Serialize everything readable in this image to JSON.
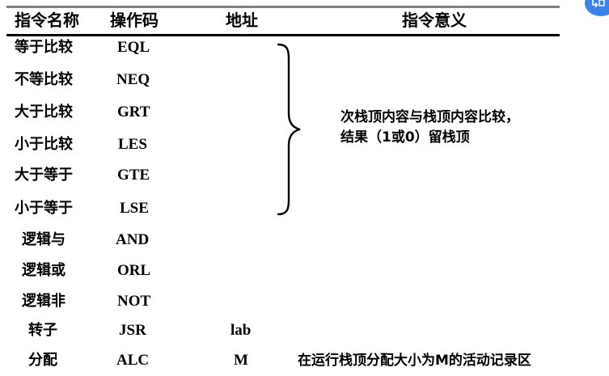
{
  "table": {
    "headers": {
      "name": "指令名称",
      "opcode": "操作码",
      "address": "地址",
      "meaning": "指令意义"
    },
    "rows": [
      {
        "name": "等于比较",
        "opcode": "EQL",
        "address": ""
      },
      {
        "name": "不等比较",
        "opcode": "NEQ",
        "address": ""
      },
      {
        "name": "大于比较",
        "opcode": "GRT",
        "address": ""
      },
      {
        "name": "小于比较",
        "opcode": "LES",
        "address": ""
      },
      {
        "name": "大于等于",
        "opcode": "GTE",
        "address": ""
      },
      {
        "name": "小于等于",
        "opcode": "LSE",
        "address": ""
      },
      {
        "name": "逻辑与",
        "opcode": "AND",
        "address": ""
      },
      {
        "name": "逻辑或",
        "opcode": "ORL",
        "address": ""
      },
      {
        "name": "逻辑非",
        "opcode": "NOT",
        "address": ""
      },
      {
        "name": "转子",
        "opcode": "JSR",
        "address": "lab"
      },
      {
        "name": "分配",
        "opcode": "ALC",
        "address": "M",
        "meaning": "在运行栈顶分配大小为M的活动记录区"
      }
    ],
    "comparison_group_meaning": {
      "line1": "次栈顶内容与栈顶内容比较，",
      "line2": "结果（1或0）留栈顶"
    }
  },
  "overlay": {
    "icon": "translate-icon",
    "color": "#3b82e6"
  }
}
